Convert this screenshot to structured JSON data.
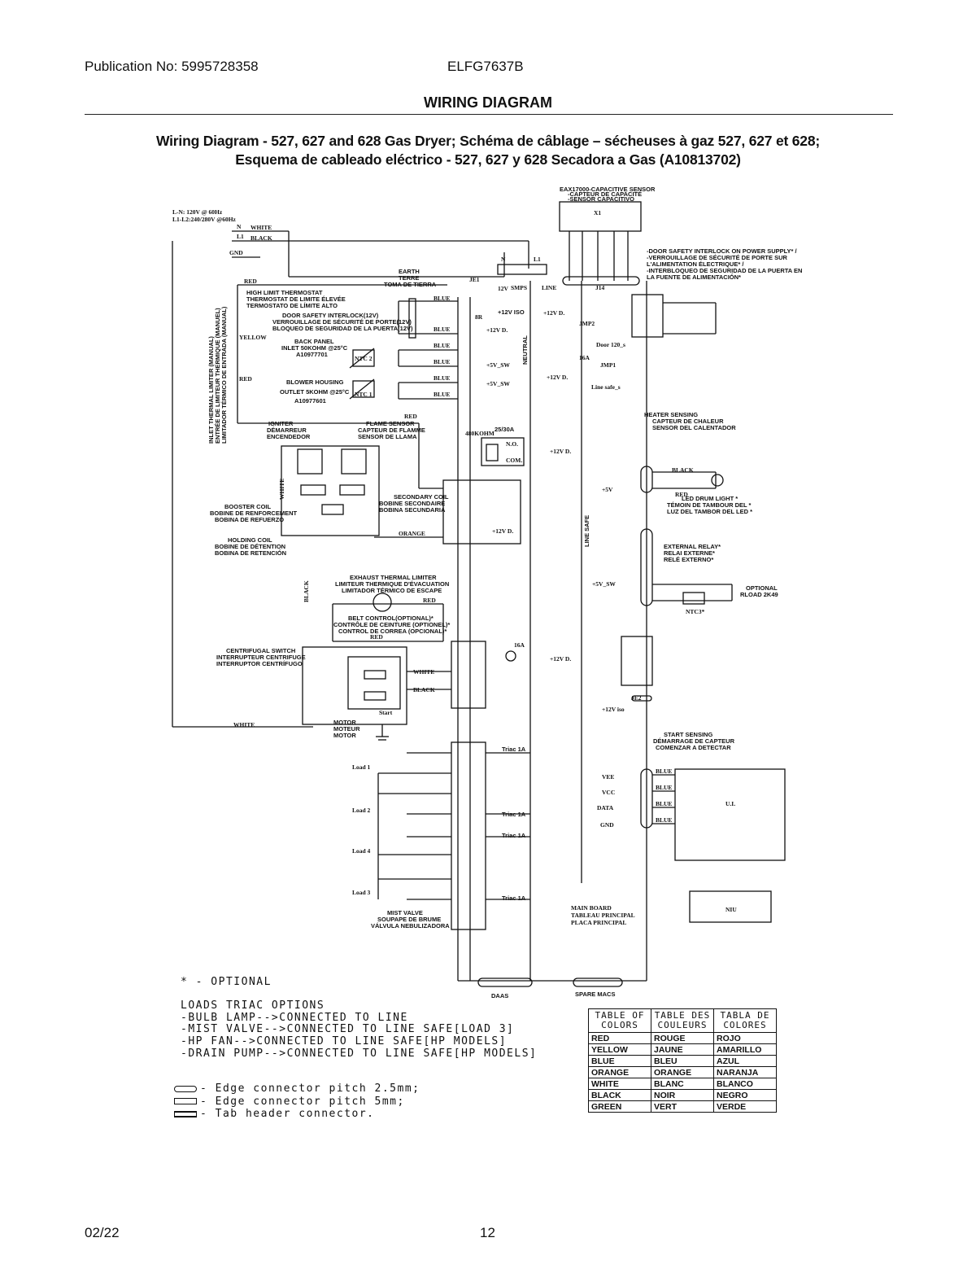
{
  "header": {
    "publication": "Publication No: 5995728358",
    "model": "ELFG7637B",
    "section": "WIRING DIAGRAM"
  },
  "title": {
    "line1": "Wiring Diagram - 527, 627 and 628 Gas Dryer; Schéma de câblage – sécheuses à gaz 527, 627 et 628;",
    "line2": "Esquema de cableado eléctrico - 527, 627 y 628 Secadora a Gas (A10813702)"
  },
  "power": {
    "ln": "L-N: 120V @ 60Hz",
    "l1l2": "L1-L2:240/280V @60Hz",
    "n": "N",
    "l1": "L1",
    "gnd": "GND",
    "white": "WHITE",
    "black": "BLACK",
    "red": "RED",
    "yellow": "YELLOW",
    "white2": "WHITE"
  },
  "components": {
    "high_limit": [
      "HIGH LIMIT THERMOSTAT",
      "THERMOSTAT DE LIMITE ÉLEVÉE",
      "TERMOSTATO DE LÍMITE ALTO"
    ],
    "door_interlock": [
      "DOOR SAFETY INTERLOCK(12V)",
      "VERROUILLAGE DE SÉCURITÉ DE PORTE(12V)",
      "BLOQUEO DE SEGURIDAD DE LA PUERTA(12V)"
    ],
    "back_panel": [
      "BACK PANEL",
      "INLET 50KOHM @25°C",
      "A10977701"
    ],
    "blower_housing": [
      "BLOWER HOUSING",
      "OUTLET 5KOHM @25°C",
      "A10977601"
    ],
    "inlet_limiter": [
      "INLET THERMAL LIMITER (MANUAL)",
      "ENTRÉE DE LIMITEUR THERMIQUE (MANUEL)",
      "LIMITADOR TÉRMICO DE ENTRADA (MANUAL)"
    ],
    "igniter": [
      "IGNITER",
      "DÉMARREUR",
      "ENCENDEDOR"
    ],
    "flame_sensor": [
      "FLAME SENSOR",
      "CAPTEUR DE FLAMME",
      "SENSOR DE LLAMA"
    ],
    "booster_coil": [
      "BOOSTER COIL",
      "BOBINE DE RENFORCEMENT",
      "BOBINA DE REFUERZO"
    ],
    "secondary_coil": [
      "SECONDARY COIL",
      "BOBINE SECONDAIRE",
      "BOBINA SECUNDARIA"
    ],
    "holding_coil": [
      "HOLDING COIL",
      "BOBINE DE DÉTENTION",
      "BOBINA DE RETENCIÓN"
    ],
    "exhaust_limiter": [
      "EXHAUST THERMAL LIMITER",
      "LIMITEUR THERMIQUE D'ÉVACUATION",
      "LIMITADOR TÉRMICO DE ESCAPE"
    ],
    "belt_control": [
      "BELT CONTROL(OPTIONAL)*",
      "CONTRÔLE DE CEINTURE (OPTIONEL)*",
      "CONTROL DE CORREA (OPCIONAL)*"
    ],
    "centrifugal": [
      "CENTRIFUGAL SWITCH",
      "INTERRUPTEUR CENTRIFUGE",
      "INTERRUPTOR CENTRÍFUGO"
    ],
    "motor": [
      "MOTOR",
      "MOTEUR",
      "MOTOR"
    ],
    "earth": [
      "EARTH",
      "TERRE",
      "TOMA DE TIERRA"
    ],
    "capacitive": [
      "EAX17000-CAPACITIVE SENSOR",
      "-CAPTEUR DE CAPACITÉ",
      "-SENSOR CAPACITIVO"
    ],
    "door_supply": [
      "-DOOR SAFETY INTERLOCK ON POWER SUPPLY* /",
      "-VERROUILLAGE DE SÉCURITÉ DE PORTE SUR",
      "L'ALIMENTATION ÉLECTRIQUE* /",
      "-INTERBLOQUEO DE SEGURIDAD DE LA PUERTA EN",
      "LA FUENTE DE ALIMENTACIÓN*"
    ],
    "heater_sensing": [
      "HEATER SENSING",
      "CAPTEUR DE CHALEUR",
      "SENSOR DEL CALENTADOR"
    ],
    "drum_light": [
      "LED DRUM LIGHT *",
      "TÉMOIN DE TAMBOUR DEL *",
      "LUZ DEL TAMBOR DEL LED *"
    ],
    "external_relay": [
      "EXTERNAL RELAY*",
      "RELAI EXTERNE*",
      "RELÉ EXTERNO*"
    ],
    "optional_rload": [
      "OPTIONAL",
      "RLOAD 2K49"
    ],
    "start_sensing": [
      "START SENSING",
      "DÉMARRAGE DE CAPTEUR",
      "COMENZAR A DETECTAR"
    ],
    "main_board": [
      "MAIN BOARD",
      "TABLEAU PRINCIPAL",
      "PLACA PRINCIPAL"
    ],
    "mist_valve": [
      "MIST VALVE",
      "SOUPAPE DE BRUME",
      "VÁLVULA NEBULIZADORA"
    ]
  },
  "labels": {
    "ntc2": "NTC 2",
    "ntc1": "NTC 1",
    "ntc3": "NTC3*",
    "x1": "X1",
    "smps": "SMPS",
    "line": "LINE",
    "neutral": "NEUTRAL",
    "line_safe": "LINE SAFE",
    "je1": "JE1",
    "je2": "JE2",
    "j14": "J14",
    "v12": "12V",
    "v12iso": "+12V ISO",
    "v12d": "+12V D.",
    "v12iso2": "+12V iso",
    "v5sw": "+5V_SW",
    "v5": "+5V",
    "jmp2": "JMP2",
    "jmp1": "JMP1",
    "door120": "Door 120_s",
    "linesafe_s": "Line safe_s",
    "r16a": "16A",
    "r2530": "25/30A",
    "no": "N.O.",
    "com": "COM.",
    "r480k": "480KOHM",
    "r8r": "8R",
    "black": "BLACK",
    "red": "RED",
    "blue": "BLUE",
    "orange": "ORANGE",
    "white": "WHITE",
    "triac": "Triac 1A",
    "load1": "Load 1",
    "load2": "Load 2",
    "load3": "Load 3",
    "load4": "Load 4",
    "start": "Start",
    "ui": "U.I.",
    "niu": "NIU",
    "vee": "VEE",
    "vcc": "VCC",
    "data": "DATA",
    "gnd": "GND",
    "daas": "DAAS",
    "spare": "SPARE MACS"
  },
  "notes": {
    "optional": "* - OPTIONAL",
    "lines": [
      "LOADS TRIAC OPTIONS",
      "-BULB LAMP-->CONNECTED TO LINE",
      "-MIST VALVE-->CONNECTED TO LINE SAFE[LOAD 3]",
      "-HP FAN-->CONNECTED TO LINE SAFE[HP MODELS]",
      "-DRAIN PUMP-->CONNECTED TO LINE SAFE[HP MODELS]"
    ]
  },
  "legend": [
    "- Edge connector pitch 2.5mm;",
    "- Edge connector pitch 5mm;",
    "- Tab header connector."
  ],
  "color_table": {
    "headers": [
      "TABLE OF COLORS",
      "TABLE DES COULEURS",
      "TABLA DE COLORES"
    ],
    "rows": [
      [
        "RED",
        "ROUGE",
        "ROJO"
      ],
      [
        "YELLOW",
        "JAUNE",
        "AMARILLO"
      ],
      [
        "BLUE",
        "BLEU",
        "AZUL"
      ],
      [
        "ORANGE",
        "ORANGE",
        "NARANJA"
      ],
      [
        "WHITE",
        "BLANC",
        "BLANCO"
      ],
      [
        "BLACK",
        "NOIR",
        "NEGRO"
      ],
      [
        "GREEN",
        "VERT",
        "VERDE"
      ]
    ]
  },
  "footer": {
    "date": "02/22",
    "page": "12"
  }
}
